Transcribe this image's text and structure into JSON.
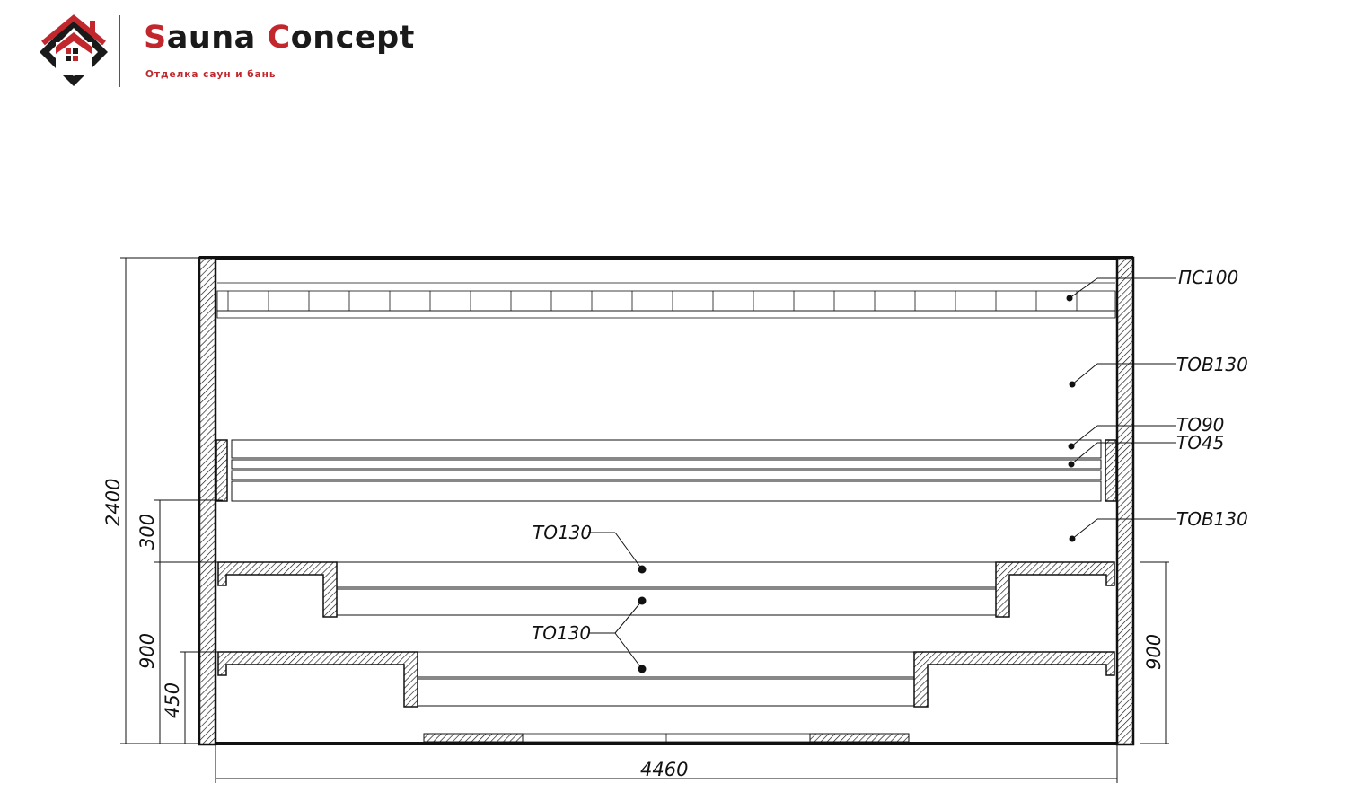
{
  "brand": {
    "name_first_letter": "S",
    "name_word_1_rest": "auna ",
    "name_second_letter": "C",
    "name_word_2_rest": "oncept",
    "tagline": "Отделка саун и бань",
    "accent_color": "#c1272d",
    "logo_icon": "house-diamond-logo"
  },
  "drawing": {
    "callouts": {
      "ceiling_panel": "ПС100",
      "wall_upper": "ТОВ130",
      "backrest_board": "ТО90",
      "backrest_slat": "ТО45",
      "wall_lower": "ТОВ130",
      "bench_upper": "ТО130",
      "bench_lower": "ТО130"
    },
    "dimensions": {
      "overall_height": "2400",
      "backrest_gap": "300",
      "upper_bench_height": "900",
      "lower_bench_height": "450",
      "right_bench_height": "900",
      "overall_width": "4460"
    }
  }
}
